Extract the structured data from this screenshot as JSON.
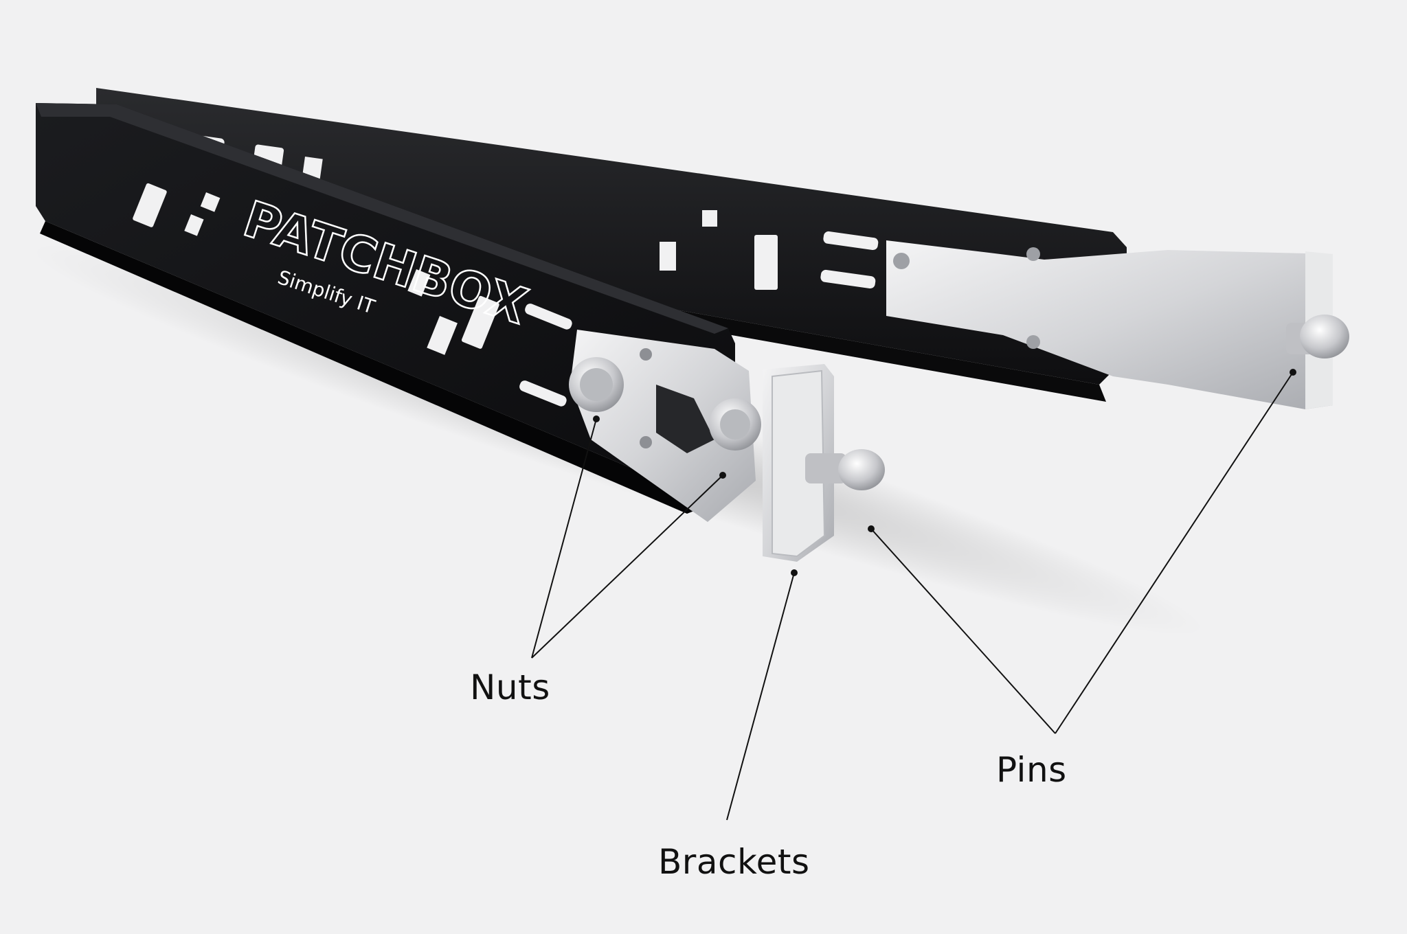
{
  "brand": {
    "name": "PATCHBOX",
    "tagline": "Simplify IT"
  },
  "callouts": {
    "nuts": "Nuts",
    "brackets": "Brackets",
    "pins": "Pins"
  },
  "colors": {
    "background": "#f1f1f2",
    "rail": "#141416",
    "metal": "#d9dadc",
    "leader_line": "#111111",
    "logo_outline": "#ffffff"
  }
}
